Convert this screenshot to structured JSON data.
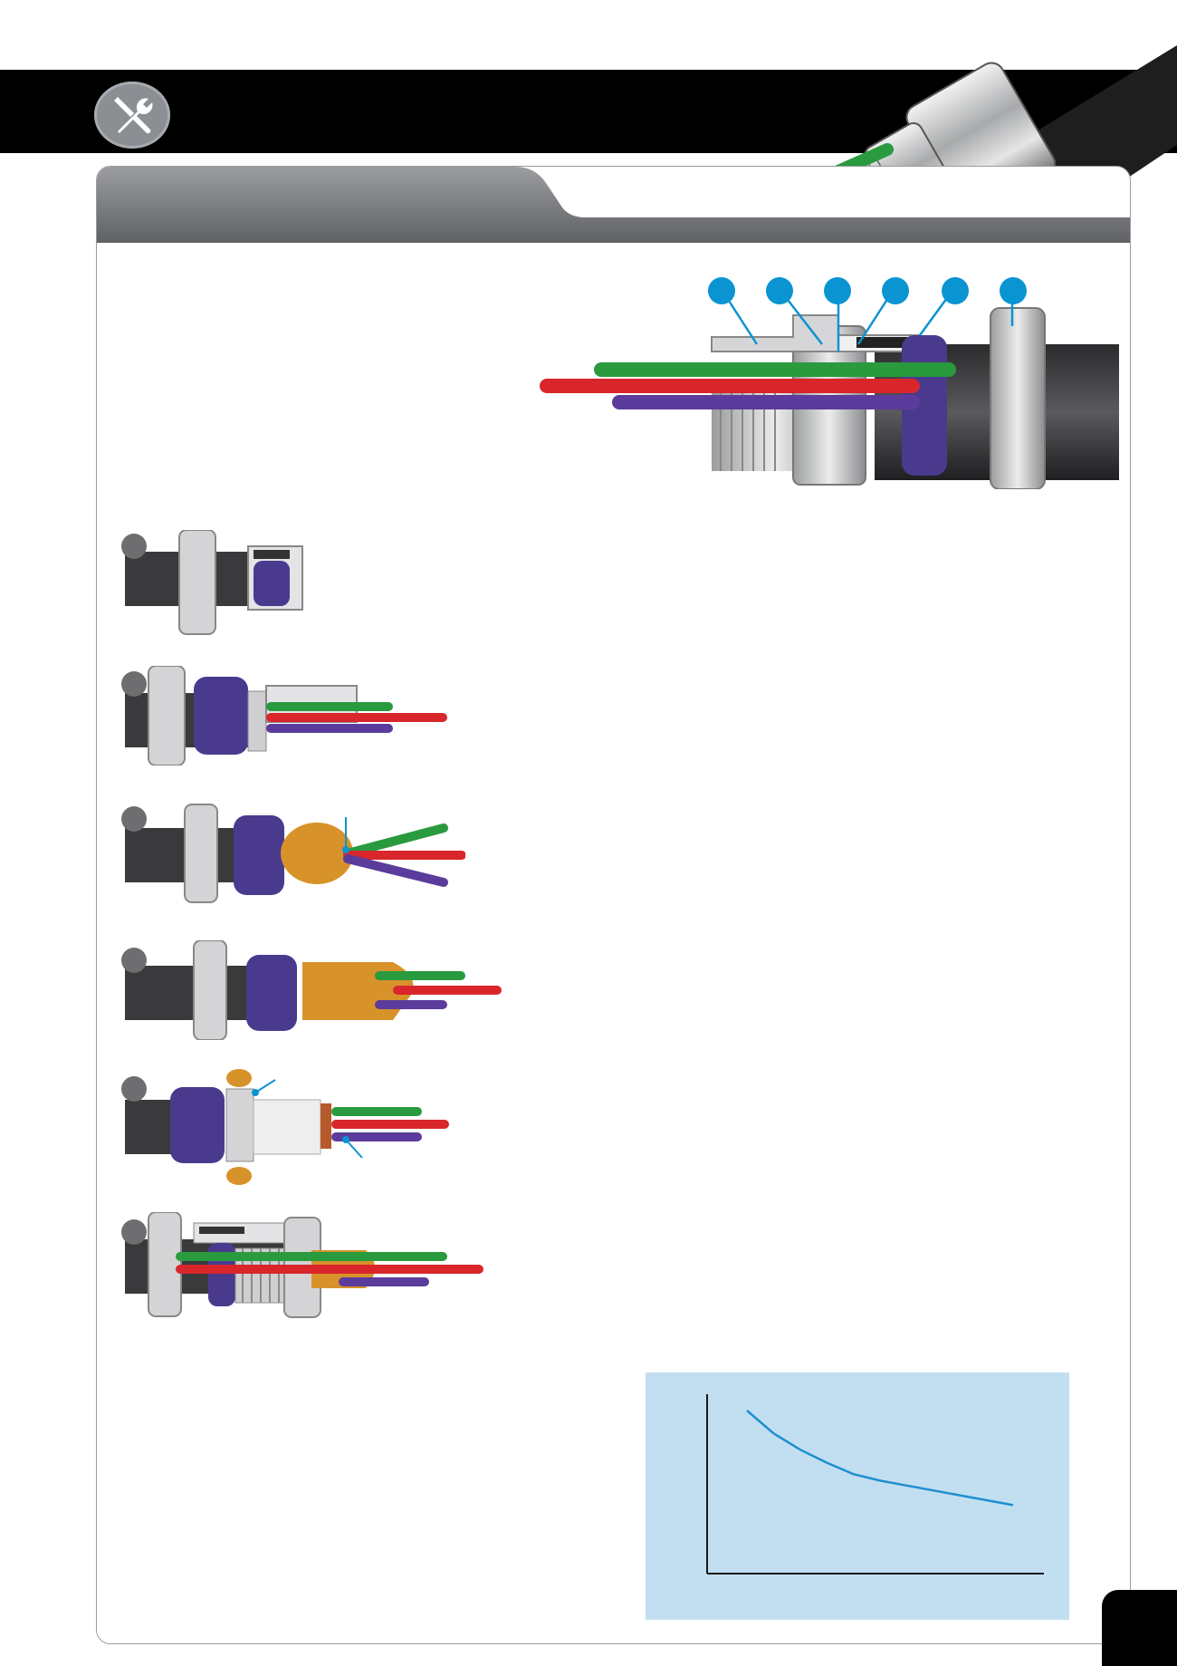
{
  "header": {
    "icon": "tools-icon",
    "band_color": "#000000"
  },
  "section": {
    "tab_color": "#7d7f82"
  },
  "callouts": [
    {
      "id": "callout-1"
    },
    {
      "id": "callout-2"
    },
    {
      "id": "callout-3"
    },
    {
      "id": "callout-4"
    },
    {
      "id": "callout-5"
    },
    {
      "id": "callout-6"
    }
  ],
  "steps": [
    {
      "id": "step-1"
    },
    {
      "id": "step-2"
    },
    {
      "id": "step-3"
    },
    {
      "id": "step-4"
    },
    {
      "id": "step-5"
    },
    {
      "id": "step-6"
    }
  ],
  "colors": {
    "accent": "#0a94d2",
    "wire_green": "#2a9a3e",
    "wire_red": "#d8262b",
    "wire_purple": "#5b3c9c",
    "seal_purple": "#4a3a8e",
    "compound_orange": "#d8922a",
    "cable_dark": "#3a3a3c",
    "metal": "#c8c9cb",
    "chart_bg": "#c2dff2",
    "page_tab": "#000000"
  },
  "chart_data": {
    "type": "line",
    "title": "",
    "xlabel": "",
    "ylabel": "",
    "series": [
      {
        "values": [
          {
            "x": 0.0,
            "y": 1.0
          },
          {
            "x": 0.1,
            "y": 0.86
          },
          {
            "x": 0.2,
            "y": 0.76
          },
          {
            "x": 0.3,
            "y": 0.68
          },
          {
            "x": 0.4,
            "y": 0.61
          },
          {
            "x": 0.5,
            "y": 0.57
          },
          {
            "x": 0.6,
            "y": 0.54
          },
          {
            "x": 0.7,
            "y": 0.51
          },
          {
            "x": 0.8,
            "y": 0.48
          },
          {
            "x": 0.9,
            "y": 0.45
          },
          {
            "x": 1.0,
            "y": 0.42
          }
        ]
      }
    ],
    "xlim": [
      0,
      1
    ],
    "ylim": [
      0,
      1.1
    ],
    "grid": false,
    "line_color": "#1f8fcf"
  }
}
